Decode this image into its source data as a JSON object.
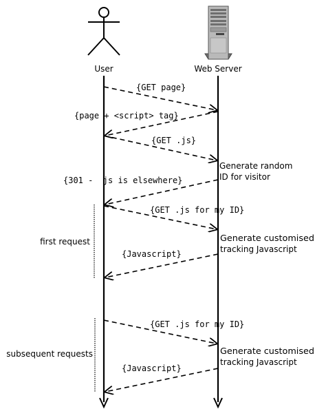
{
  "actors": {
    "user": "User",
    "server": "Web Server"
  },
  "messages": [
    {
      "label": "{GET page}",
      "from": "user",
      "to": "server"
    },
    {
      "label": "{page + <script> tag}",
      "from": "server",
      "to": "user"
    },
    {
      "label": "{GET .js}",
      "from": "user",
      "to": "server"
    },
    {
      "label": "{301 -  js is elsewhere}",
      "from": "server",
      "to": "user"
    },
    {
      "label": "{GET .js for my ID}",
      "from": "user",
      "to": "server"
    },
    {
      "label": "{Javascript}",
      "from": "server",
      "to": "user"
    },
    {
      "label": "{GET .js for my ID}",
      "from": "user",
      "to": "server"
    },
    {
      "label": "{Javascript}",
      "from": "server",
      "to": "user"
    }
  ],
  "notes": {
    "generate_id": [
      "Generate random",
      "ID for visitor"
    ],
    "generate_js_first": [
      "Generate customised",
      "tracking Javascript"
    ],
    "generate_js_subsequent": [
      "Generate customised",
      "tracking Javascript"
    ]
  },
  "phases": {
    "first": "first request",
    "subsequent": "subsequent requests"
  }
}
